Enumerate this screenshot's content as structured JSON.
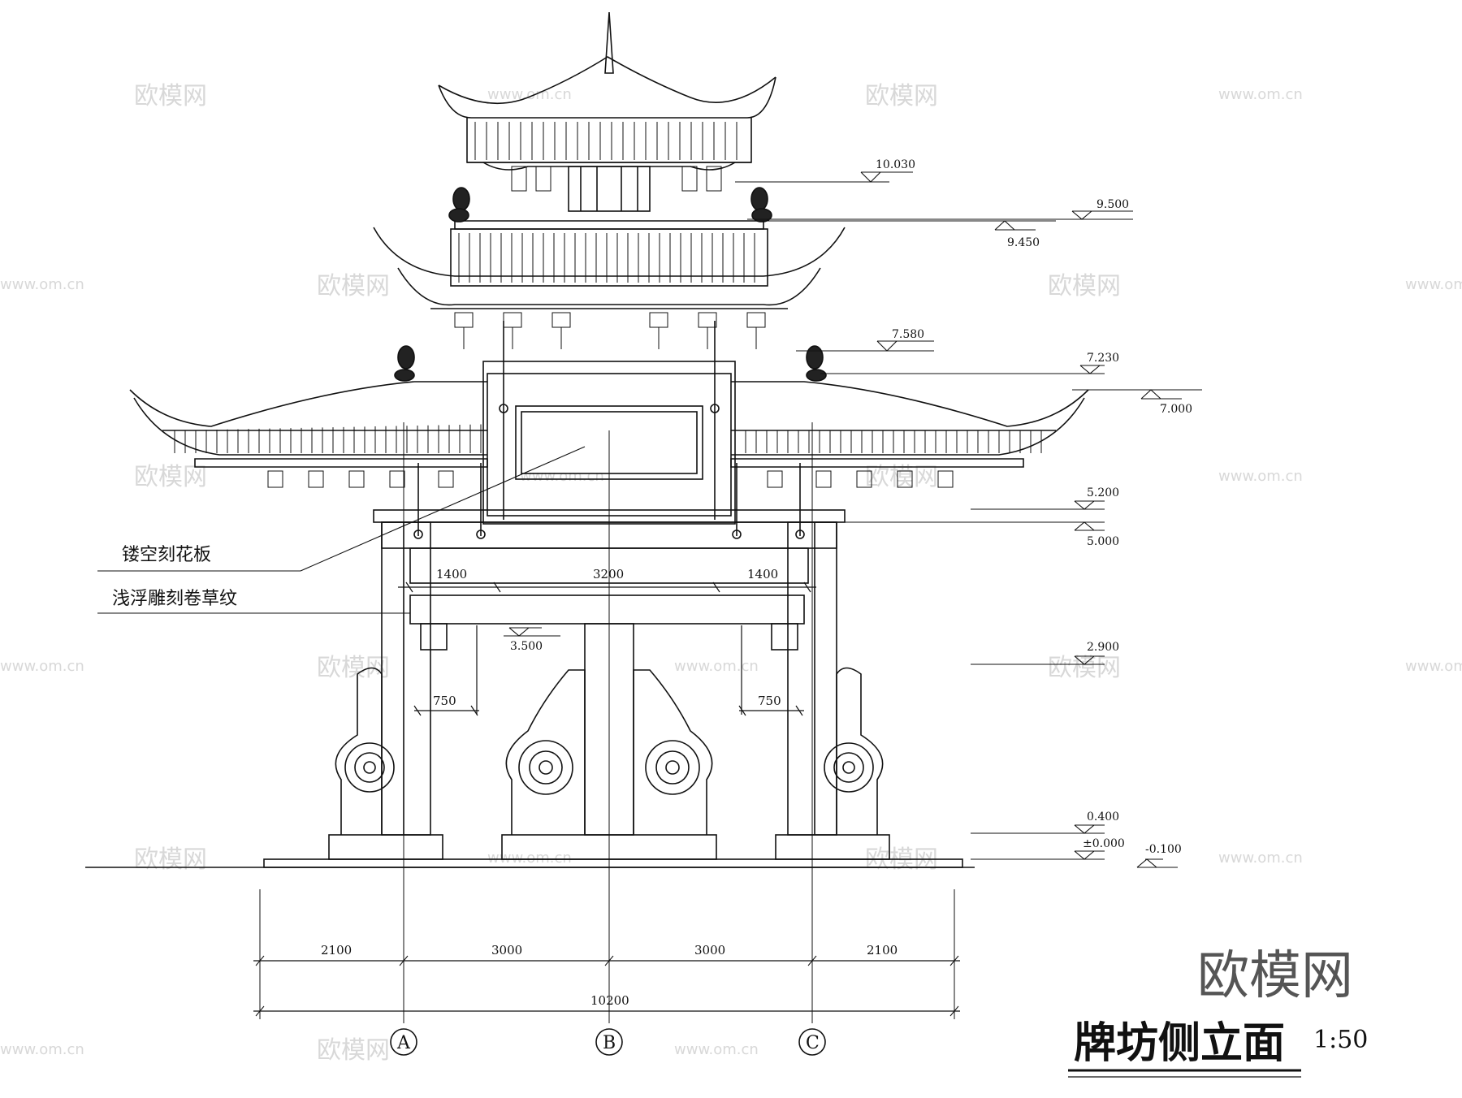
{
  "title": "牌坊侧立面",
  "scale": "1:50",
  "brand": "欧模网",
  "watermark": {
    "text": "欧模网",
    "url": "www.om.cn"
  },
  "elevations": {
    "e10030": "10.030",
    "e9500": "9.500",
    "e9450": "9.450",
    "e7580": "7.580",
    "e7230": "7.230",
    "e7000": "7.000",
    "e5200": "5.200",
    "e5000": "5.000",
    "e3500": "3.500",
    "e2900": "2.900",
    "e0400": "0.400",
    "e0000": "±0.000",
    "em0100": "-0.100"
  },
  "annotations": {
    "carved_panel": "镂空刻花板",
    "relief_pattern": "浅浮雕刻卷草纹"
  },
  "dimensions": {
    "upper_left": "1400",
    "upper_mid": "3200",
    "upper_right": "1400",
    "low_left": "750",
    "low_right": "750",
    "bottom_1": "2100",
    "bottom_2": "3000",
    "bottom_3": "3000",
    "bottom_4": "2100",
    "total": "10200"
  },
  "axes": {
    "a": "A",
    "b": "B",
    "c": "C"
  }
}
